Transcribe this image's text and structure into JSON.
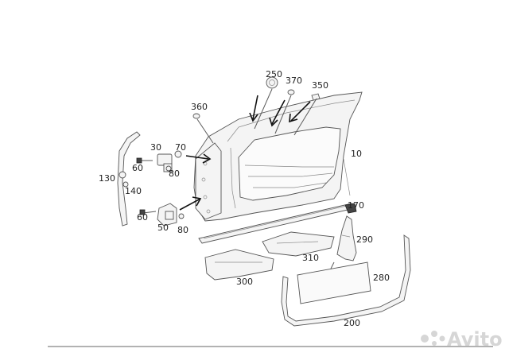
{
  "labels": {
    "p250": "250",
    "p370": "370",
    "p350": "350",
    "p360": "360",
    "p30": "30",
    "p70": "70",
    "p10": "10",
    "p130": "130",
    "p60a": "60",
    "p80a": "80",
    "p140": "140",
    "p60b": "60",
    "p170": "170",
    "p50": "50",
    "p80b": "80",
    "p290": "290",
    "p310": "310",
    "p280": "280",
    "p300": "300",
    "p200": "200"
  },
  "watermark": {
    "text": "Avito"
  },
  "colors": {
    "lines": "#5a5a5a",
    "arrows": "#111111",
    "watermark": "#d6d6d6"
  }
}
